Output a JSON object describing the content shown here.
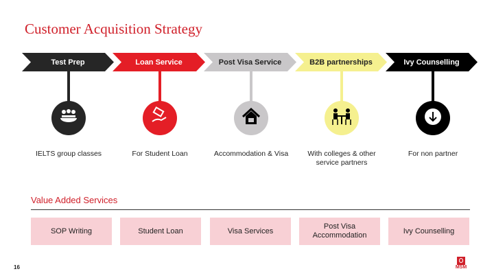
{
  "title": "Customer Acquisition Strategy",
  "stages": [
    {
      "label": "Test Prep",
      "description": "IELTS group classes",
      "icon": "group-meeting-icon",
      "color": "#262626",
      "text_color": "#ffffff"
    },
    {
      "label": "Loan Service",
      "description": "For Student Loan",
      "icon": "money-hand-icon",
      "color": "#e41e26",
      "text_color": "#ffffff"
    },
    {
      "label": "Post Visa Service",
      "description": "Accommodation & Visa",
      "icon": "house-icon",
      "color": "#c9c7c9",
      "text_color": "#222222"
    },
    {
      "label": "B2B partnerships",
      "description": "With colleges & other service partners",
      "icon": "meeting-table-icon",
      "color": "#f5f08f",
      "text_color": "#222222"
    },
    {
      "label": "Ivy Counselling",
      "description": "For non partner",
      "icon": "arrow-down-circle-icon",
      "color": "#000000",
      "text_color": "#ffffff"
    }
  ],
  "value_added": {
    "heading": "Value Added Services",
    "items": [
      "SOP Writing",
      "Student Loan",
      "Visa Services",
      "Post Visa Accommodation",
      "Ivy Counselling"
    ]
  },
  "page_number": "16",
  "logo_text": "MSM"
}
